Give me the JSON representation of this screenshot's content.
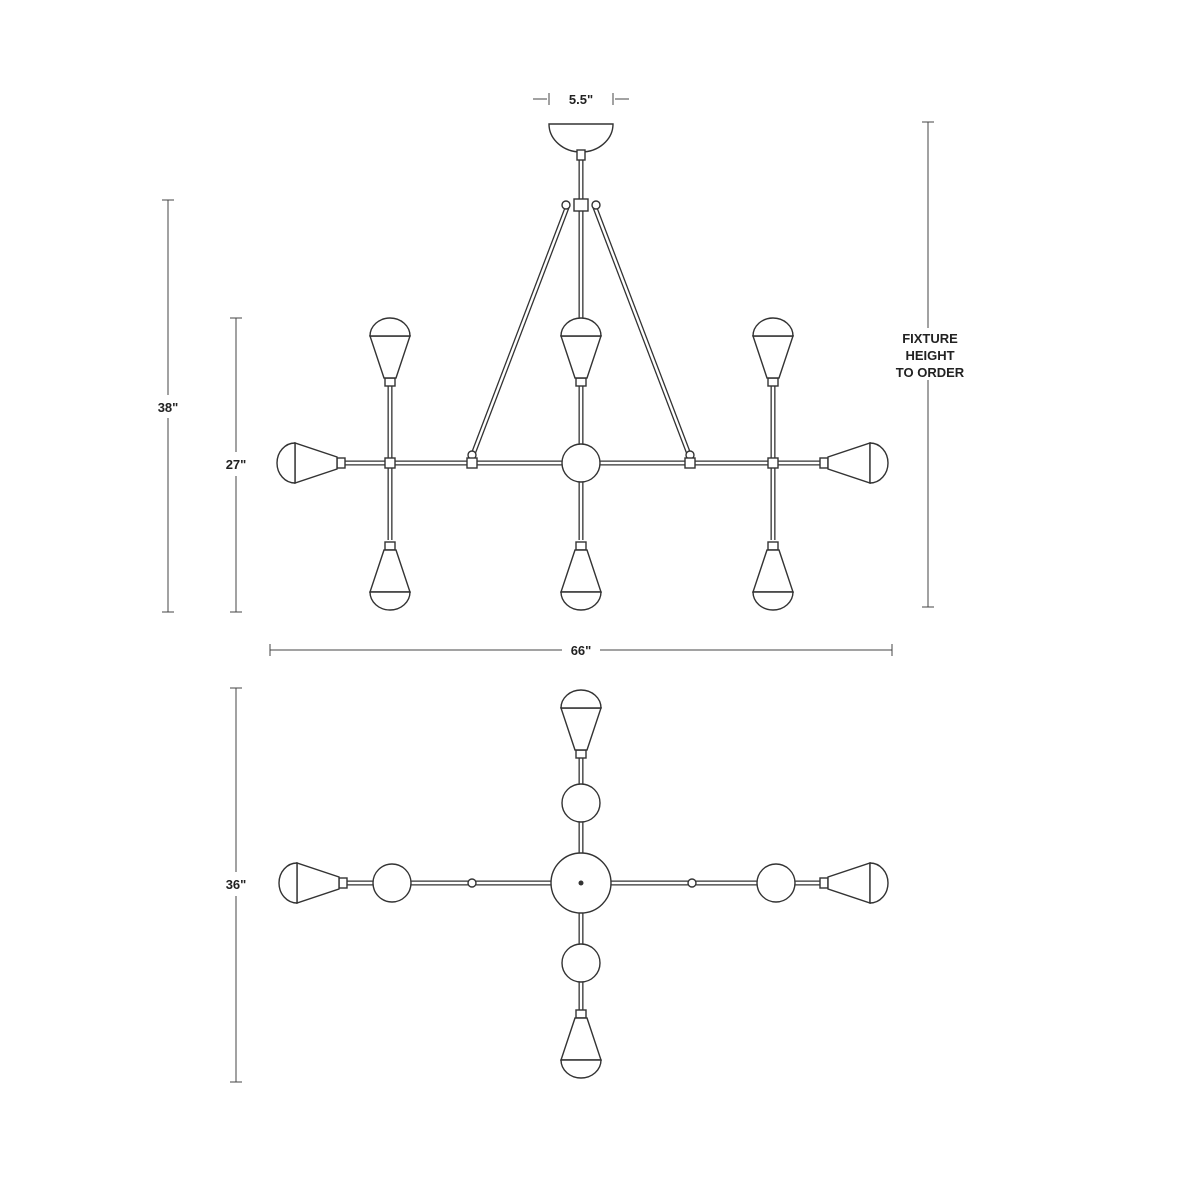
{
  "dimensions": {
    "canopy_width": "5.5\"",
    "overall_height": "38\"",
    "body_height": "27\"",
    "fixture_height_note": [
      "FIXTURE",
      "HEIGHT",
      "TO ORDER"
    ],
    "overall_width": "66\"",
    "top_view_depth": "36\""
  },
  "colors": {
    "line": "#333333",
    "background": "#ffffff"
  }
}
